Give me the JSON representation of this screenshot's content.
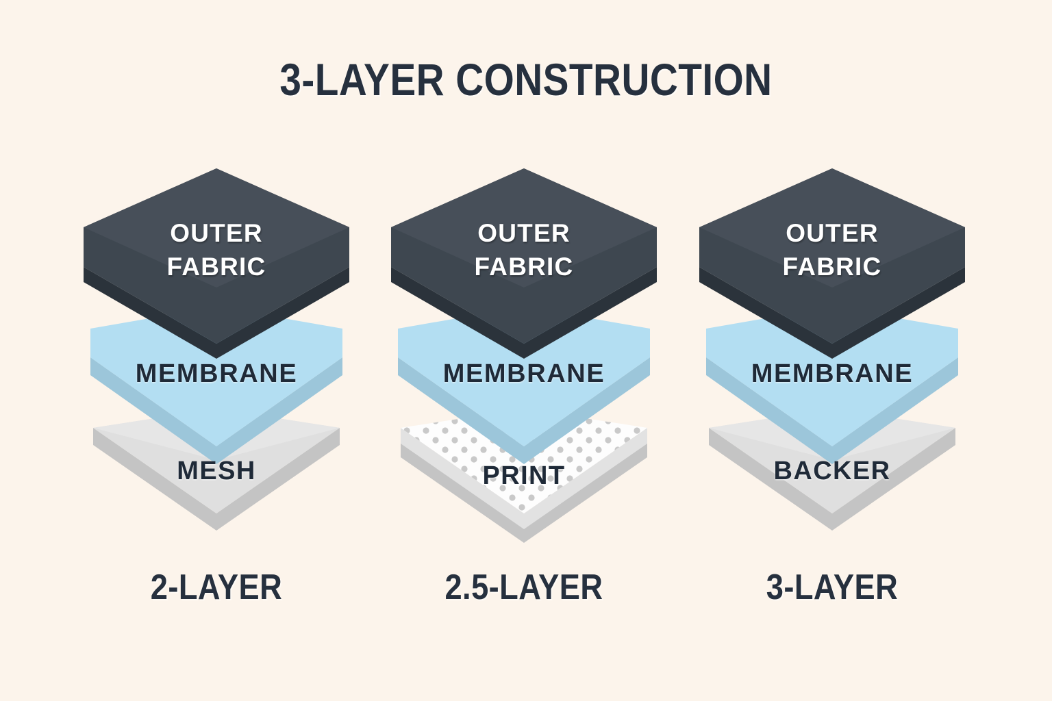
{
  "title": "3-LAYER CONSTRUCTION",
  "background_color": "#FCF4EB",
  "palette": {
    "title_color": "#26303E",
    "outer_fabric": "#3E4750",
    "outer_fabric_edge": "#2B333B",
    "membrane": "#B3DEF2",
    "membrane_edge": "#9CC6DA",
    "mesh": "#DFDFDF",
    "mesh_edge": "#C4C4C4",
    "print": "#FDFDFD",
    "print_edge": "#CFCFCF",
    "print_dot": "#C9C9C9",
    "label_dark": "#1F2A38",
    "label_light": "#FFFFFF"
  },
  "stacks": [
    {
      "name": "two-layer",
      "label": "2-LAYER",
      "layers": {
        "top": {
          "name": "outer-fabric",
          "text_line1": "OUTER",
          "text_line2": "FABRIC",
          "fill": "#3E4750",
          "edge": "#2B333B",
          "text_color": "#FFFFFF"
        },
        "middle": {
          "name": "membrane",
          "text": "MEMBRANE",
          "fill": "#B3DEF2",
          "edge": "#9CC6DA",
          "text_color": "#1F2A38"
        },
        "bottom": {
          "name": "mesh",
          "text": "MESH",
          "fill": "#DFDFDF",
          "edge": "#C4C4C4",
          "text_color": "#1F2A38",
          "pattern": "none"
        }
      }
    },
    {
      "name": "two-point-five-layer",
      "label": "2.5-LAYER",
      "layers": {
        "top": {
          "name": "outer-fabric",
          "text_line1": "OUTER",
          "text_line2": "FABRIC",
          "fill": "#3E4750",
          "edge": "#2B333B",
          "text_color": "#FFFFFF"
        },
        "middle": {
          "name": "membrane",
          "text": "MEMBRANE",
          "fill": "#B3DEF2",
          "edge": "#9CC6DA",
          "text_color": "#1F2A38"
        },
        "bottom": {
          "name": "print",
          "text": "PRINT",
          "fill": "#FDFDFD",
          "edge": "#CFCFCF",
          "text_color": "#1F2A38",
          "pattern": "dots"
        }
      }
    },
    {
      "name": "three-layer",
      "label": "3-LAYER",
      "layers": {
        "top": {
          "name": "outer-fabric",
          "text_line1": "OUTER",
          "text_line2": "FABRIC",
          "fill": "#3E4750",
          "edge": "#2B333B",
          "text_color": "#FFFFFF"
        },
        "middle": {
          "name": "membrane",
          "text": "MEMBRANE",
          "fill": "#B3DEF2",
          "edge": "#9CC6DA",
          "text_color": "#1F2A38"
        },
        "bottom": {
          "name": "backer",
          "text": "BACKER",
          "fill": "#DFDFDF",
          "edge": "#C4C4C4",
          "text_color": "#1F2A38",
          "pattern": "none"
        }
      }
    }
  ]
}
